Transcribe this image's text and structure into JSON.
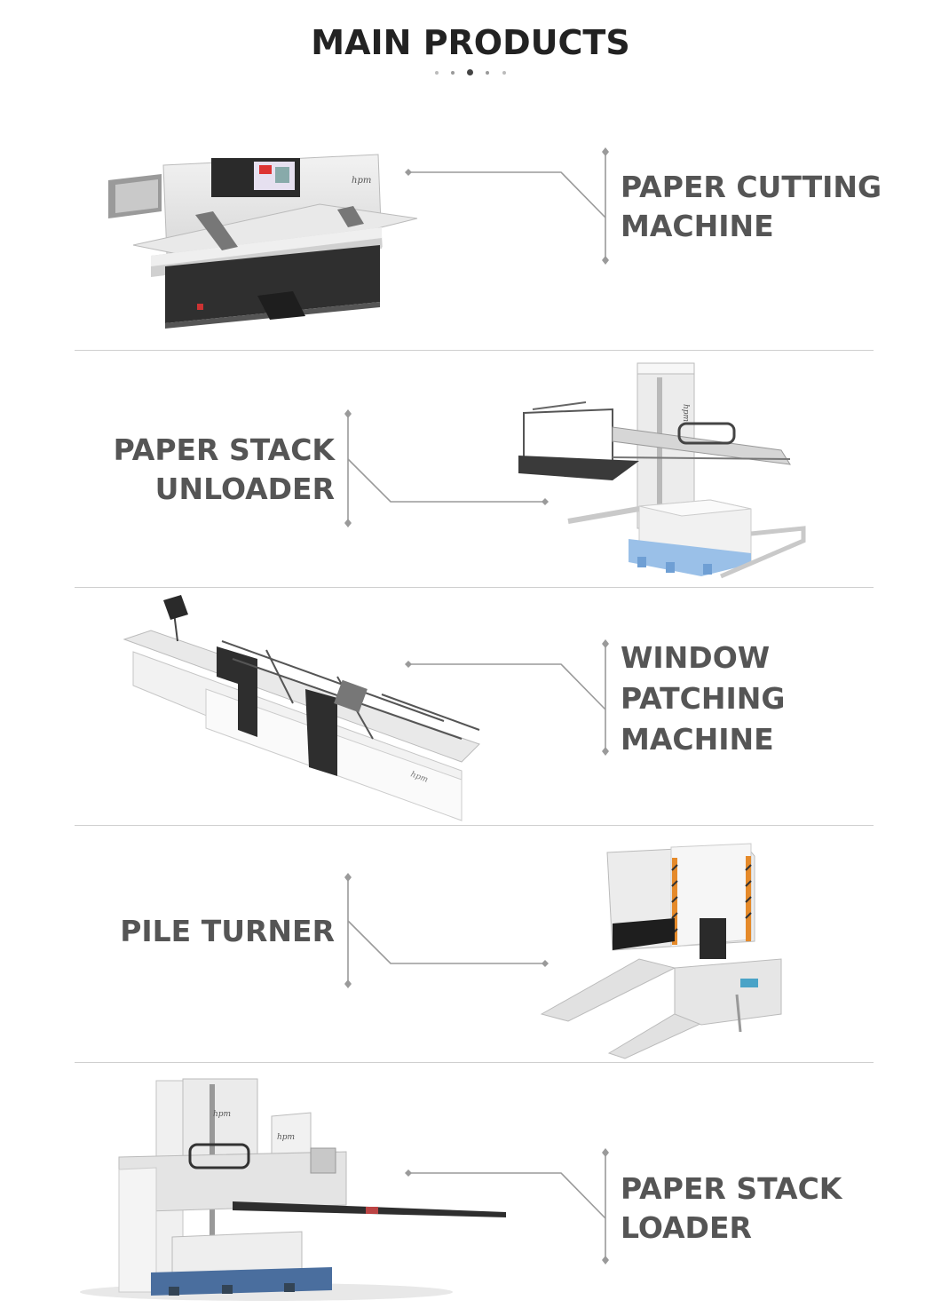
{
  "page": {
    "title": "MAIN PRODUCTS",
    "dots": 5,
    "colors": {
      "title": "#222222",
      "label": "#555555",
      "connector": "#9a9a9a",
      "divider": "#cfcfcf"
    }
  },
  "products": [
    {
      "id": "paper-cutting-machine",
      "lines": [
        "PAPER CUTTING",
        "MACHINE"
      ],
      "brand": "hpm"
    },
    {
      "id": "paper-stack-unloader",
      "lines": [
        "PAPER STACK",
        "UNLOADER"
      ],
      "brand": "hpm"
    },
    {
      "id": "window-patching-machine",
      "lines": [
        "WINDOW",
        "PATCHING",
        "MACHINE"
      ],
      "brand": "hpm"
    },
    {
      "id": "pile-turner",
      "lines": [
        "PILE TURNER"
      ],
      "brand": ""
    },
    {
      "id": "paper-stack-loader",
      "lines": [
        "PAPER STACK",
        "LOADER"
      ],
      "brand": "hpm"
    }
  ]
}
